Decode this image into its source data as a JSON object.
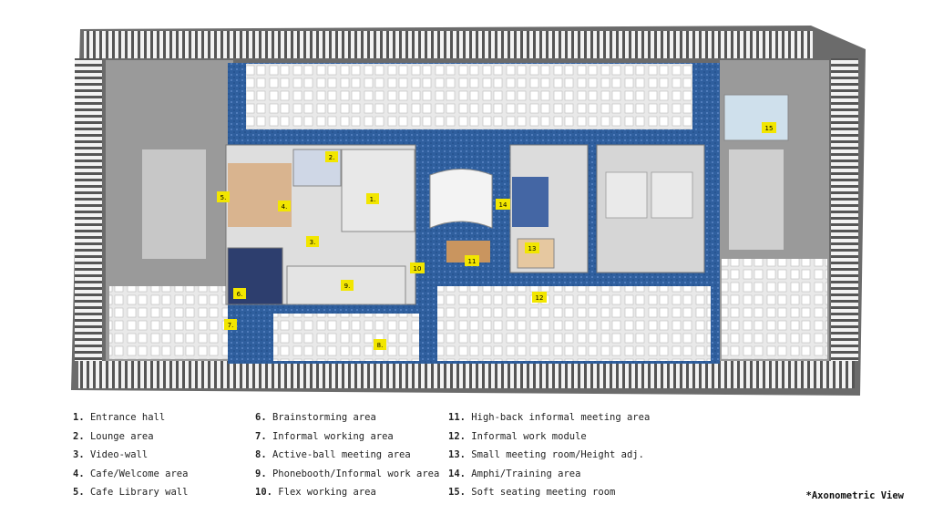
{
  "legend": [
    {
      "num": "1.",
      "label": "Entrance hall"
    },
    {
      "num": "2.",
      "label": "Lounge area"
    },
    {
      "num": "3.",
      "label": "Video-wall"
    },
    {
      "num": "4.",
      "label": "Cafe/Welcome area"
    },
    {
      "num": "5.",
      "label": "Cafe Library wall"
    },
    {
      "num": "6.",
      "label": "Brainstorming area"
    },
    {
      "num": "7.",
      "label": "Informal working area"
    },
    {
      "num": "8.",
      "label": "Active-ball meeting area"
    },
    {
      "num": "9.",
      "label": "Phonebooth/Informal work area"
    },
    {
      "num": "10.",
      "label": "Flex working area"
    },
    {
      "num": "11.",
      "label": "High-back informal meeting area"
    },
    {
      "num": "12.",
      "label": "Informal work module"
    },
    {
      "num": "13.",
      "label": "Small meeting room/Height adj."
    },
    {
      "num": "14.",
      "label": "Amphi/Training area"
    },
    {
      "num": "15.",
      "label": "Soft seating meeting room"
    }
  ],
  "markers": [
    "1.",
    "2.",
    "3.",
    "4.",
    "5.",
    "6.",
    "7.",
    "8.",
    "9.",
    "10",
    "11",
    "12",
    "13",
    "14",
    "15"
  ],
  "view_label": "*Axonometric View",
  "colors": {
    "carpet": "#2f5f9e",
    "marker": "#f2e600",
    "facade": "#a9a9a9",
    "room": "#e2e2e2",
    "cafe": "#d9b48f"
  }
}
